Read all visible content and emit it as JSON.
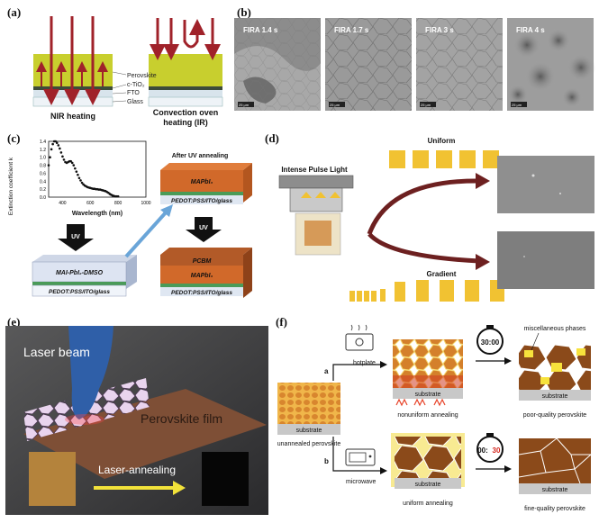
{
  "panels": {
    "a": {
      "label": "(a)",
      "layers": [
        "Perovskite",
        "c-TiO₂",
        "FTO",
        "Glass"
      ],
      "left_caption": "NIR heating",
      "right_caption_line1": "Convection oven",
      "right_caption_line2": "heating (IR)"
    },
    "b": {
      "label": "(b)",
      "tiles": [
        "FIRA 1.4 s",
        "FIRA 1.7 s",
        "FIRA 3 s",
        "FIRA 4 s"
      ],
      "scalebar": "25 μm"
    },
    "c": {
      "label": "(c)",
      "ylabel": "Extinction coefficient k",
      "xlabel": "Wavelength (nm)",
      "yticks": [
        "0.0",
        "0.2",
        "0.4",
        "0.6",
        "0.8",
        "1.0",
        "1.2",
        "1.4"
      ],
      "xticks": [
        "400",
        "600",
        "800",
        "1000"
      ],
      "uv": "UV",
      "after": "After UV annealing",
      "block_top_layer": "MAPbI₃",
      "substrate": "PEDOT:PSS/ITO/glass",
      "precursor": "MAI-PbI₂-DMSO",
      "pcbm": "PCBM"
    },
    "d": {
      "label": "(d)",
      "lamp": "Intense Pulse Light",
      "uniform": "Uniform",
      "gradient": "Gradient"
    },
    "e": {
      "label": "(e)",
      "beam": "Laser beam",
      "film": "Perovskite film",
      "annealing": "Laser-annealing"
    },
    "f": {
      "label": "(f)",
      "hotplate": "hotplate",
      "microwave": "microwave",
      "route_a": "a",
      "route_b": "b",
      "timer_a": "30:00",
      "timer_b_left": "00:",
      "timer_b_right": "30",
      "substrate": "substrate",
      "unannealed": "unannealed perovskite",
      "nonuniform": "nonuniform annealing",
      "uniform_ann": "uniform annealing",
      "poor": "poor-quality perovskite",
      "fine": "fine-quality perovskite",
      "misc": "miscellaneous phases"
    }
  },
  "chart_data": {
    "type": "scatter",
    "xlabel": "Wavelength (nm)",
    "ylabel": "Extinction coefficient k",
    "xlim": [
      300,
      1000
    ],
    "ylim": [
      0,
      1.4
    ],
    "x": [
      300,
      310,
      320,
      330,
      340,
      350,
      360,
      370,
      380,
      390,
      400,
      410,
      420,
      430,
      440,
      450,
      460,
      470,
      480,
      490,
      500,
      510,
      520,
      530,
      540,
      550,
      560,
      570,
      580,
      590,
      600,
      610,
      620,
      630,
      640,
      650,
      660,
      670,
      680,
      690,
      700,
      710,
      720,
      730,
      740,
      750,
      760,
      770,
      780,
      790,
      800
    ],
    "y": [
      0.8,
      1.0,
      1.2,
      1.33,
      1.4,
      1.4,
      1.36,
      1.3,
      1.22,
      1.12,
      1.02,
      0.94,
      0.88,
      0.86,
      0.88,
      0.9,
      0.9,
      0.86,
      0.8,
      0.72,
      0.64,
      0.56,
      0.48,
      0.42,
      0.36,
      0.32,
      0.29,
      0.27,
      0.25,
      0.24,
      0.23,
      0.22,
      0.21,
      0.21,
      0.2,
      0.2,
      0.19,
      0.19,
      0.18,
      0.17,
      0.16,
      0.15,
      0.13,
      0.11,
      0.08,
      0.06,
      0.04,
      0.03,
      0.02,
      0.02,
      0.02
    ]
  },
  "colors": {
    "perovskite_yellow": "#c8cf2e",
    "arrow_red": "#a0222a",
    "orange_block": "#d1692a",
    "bar_yellow": "#f1c232",
    "sem_gray": "#9b9b9b"
  }
}
